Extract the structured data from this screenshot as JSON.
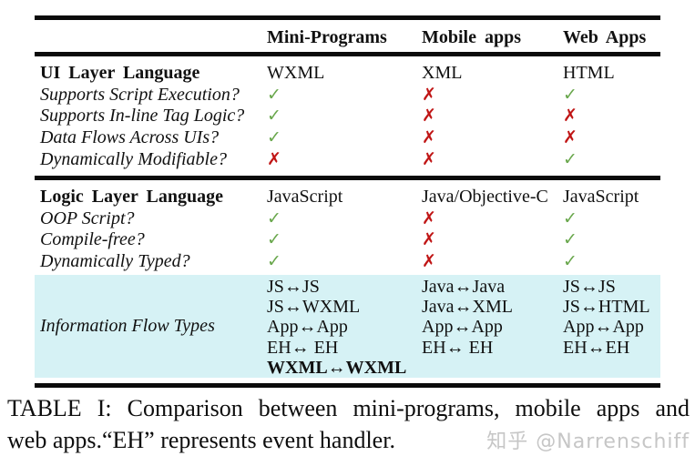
{
  "colors": {
    "check_green": "#69a74c",
    "cross_red": "#c01515",
    "highlight_cyan": "#d6f2f5",
    "rule_black": "#0b0b0b",
    "watermark_gray": "#c6c6c6"
  },
  "table": {
    "header": {
      "col2": "Mini-Programs",
      "col3": "Mobile apps",
      "col4": "Web Apps"
    },
    "section1": {
      "rows": [
        {
          "label": "UI Layer Language",
          "v1": "WXML",
          "v2": "XML",
          "v3": "HTML"
        },
        {
          "label": "Supports Script Execution?",
          "v1": "✓",
          "v2": "✗",
          "v3": "✓"
        },
        {
          "label": "Supports In-line Tag Logic?",
          "v1": "✓",
          "v2": "✗",
          "v3": "✗"
        },
        {
          "label": "Data Flows Across UIs?",
          "v1": "✓",
          "v2": "✗",
          "v3": "✗"
        },
        {
          "label": "Dynamically Modifiable?",
          "v1": "✗",
          "v2": "✗",
          "v3": "✓"
        }
      ]
    },
    "section2": {
      "rows": [
        {
          "label": "Logic Layer Language",
          "v1": "JavaScript",
          "v2": "Java/Objective-C",
          "v3": "JavaScript"
        },
        {
          "label": "OOP Script?",
          "v1": "✓",
          "v2": "✗",
          "v3": "✓"
        },
        {
          "label": "Compile-free?",
          "v1": "✓",
          "v2": "✗",
          "v3": "✓"
        },
        {
          "label": "Dynamically Typed?",
          "v1": "✓",
          "v2": "✗",
          "v3": "✓"
        }
      ]
    },
    "flow": {
      "label": "Information Flow Types",
      "mini": {
        "l1": "JS↔JS",
        "l2": "JS↔WXML",
        "l3": "App↔App",
        "l4": "EH↔ EH",
        "l5": "WXML↔WXML"
      },
      "mobile": {
        "l1": "Java↔Java",
        "l2": "Java↔XML",
        "l3": "App↔App",
        "l4": "EH↔ EH"
      },
      "web": {
        "l1": "JS↔JS",
        "l2": "JS↔HTML",
        "l3": "App↔App",
        "l4": "EH↔EH"
      }
    }
  },
  "caption": {
    "line1": "TABLE I: Comparison between mini-programs, mobile apps and",
    "line2": "web apps.“EH” represents event handler."
  },
  "watermark": "知乎 @Narrenschiff"
}
